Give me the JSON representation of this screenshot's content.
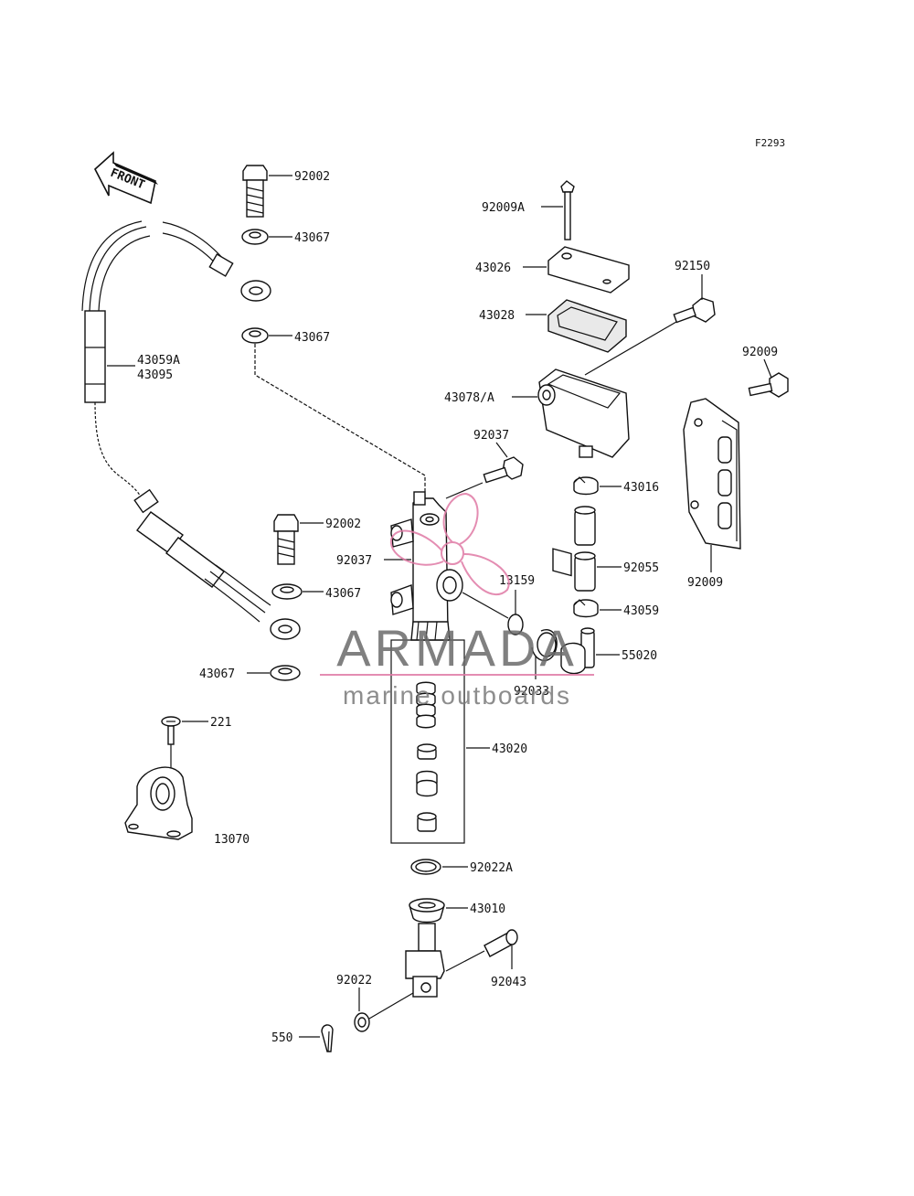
{
  "figure_code": "F2293",
  "front_arrow_label": "FRONT",
  "parts": [
    {
      "id": "92002_top",
      "label": "92002"
    },
    {
      "id": "43067_a",
      "label": "43067"
    },
    {
      "id": "43067_b",
      "label": "43067"
    },
    {
      "id": "43059A",
      "label": "43059A"
    },
    {
      "id": "43095",
      "label": "43095"
    },
    {
      "id": "92002_mid",
      "label": "92002"
    },
    {
      "id": "43067_c",
      "label": "43067"
    },
    {
      "id": "43067_d",
      "label": "43067"
    },
    {
      "id": "221",
      "label": "221"
    },
    {
      "id": "13070",
      "label": "13070"
    },
    {
      "id": "92009A",
      "label": "92009A"
    },
    {
      "id": "43026",
      "label": "43026"
    },
    {
      "id": "43028",
      "label": "43028"
    },
    {
      "id": "92150",
      "label": "92150"
    },
    {
      "id": "43078A",
      "label": "43078/A"
    },
    {
      "id": "92009_r",
      "label": "92009"
    },
    {
      "id": "92009_c",
      "label": "92009"
    },
    {
      "id": "92037_a",
      "label": "92037"
    },
    {
      "id": "43016",
      "label": "43016"
    },
    {
      "id": "92055",
      "label": "92055"
    },
    {
      "id": "43059",
      "label": "43059"
    },
    {
      "id": "55020",
      "label": "55020"
    },
    {
      "id": "92037_b",
      "label": "92037"
    },
    {
      "id": "13159",
      "label": "13159"
    },
    {
      "id": "92033",
      "label": "92033"
    },
    {
      "id": "43020",
      "label": "43020"
    },
    {
      "id": "92022A",
      "label": "92022A"
    },
    {
      "id": "43010",
      "label": "43010"
    },
    {
      "id": "92022",
      "label": "92022"
    },
    {
      "id": "92043",
      "label": "92043"
    },
    {
      "id": "550",
      "label": "550"
    }
  ],
  "watermark": {
    "brand": "ARMADA",
    "tagline": "marine outboards",
    "color": "#e07aa5"
  }
}
